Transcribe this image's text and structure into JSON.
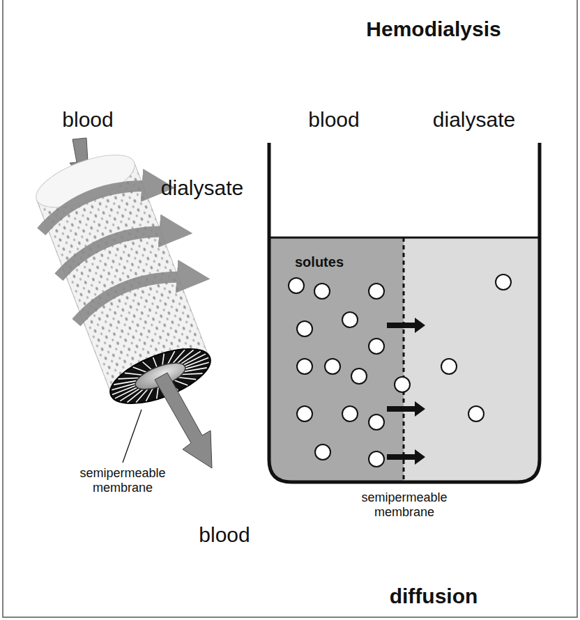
{
  "diagram": {
    "title": "Hemodialysis",
    "caption": "diffusion",
    "labels": [
      "blood",
      "dialysate",
      "semipermeable membrane",
      "blood",
      "blood",
      "dialysate",
      "solutes",
      "semipermeable membrane"
    ]
  }
}
